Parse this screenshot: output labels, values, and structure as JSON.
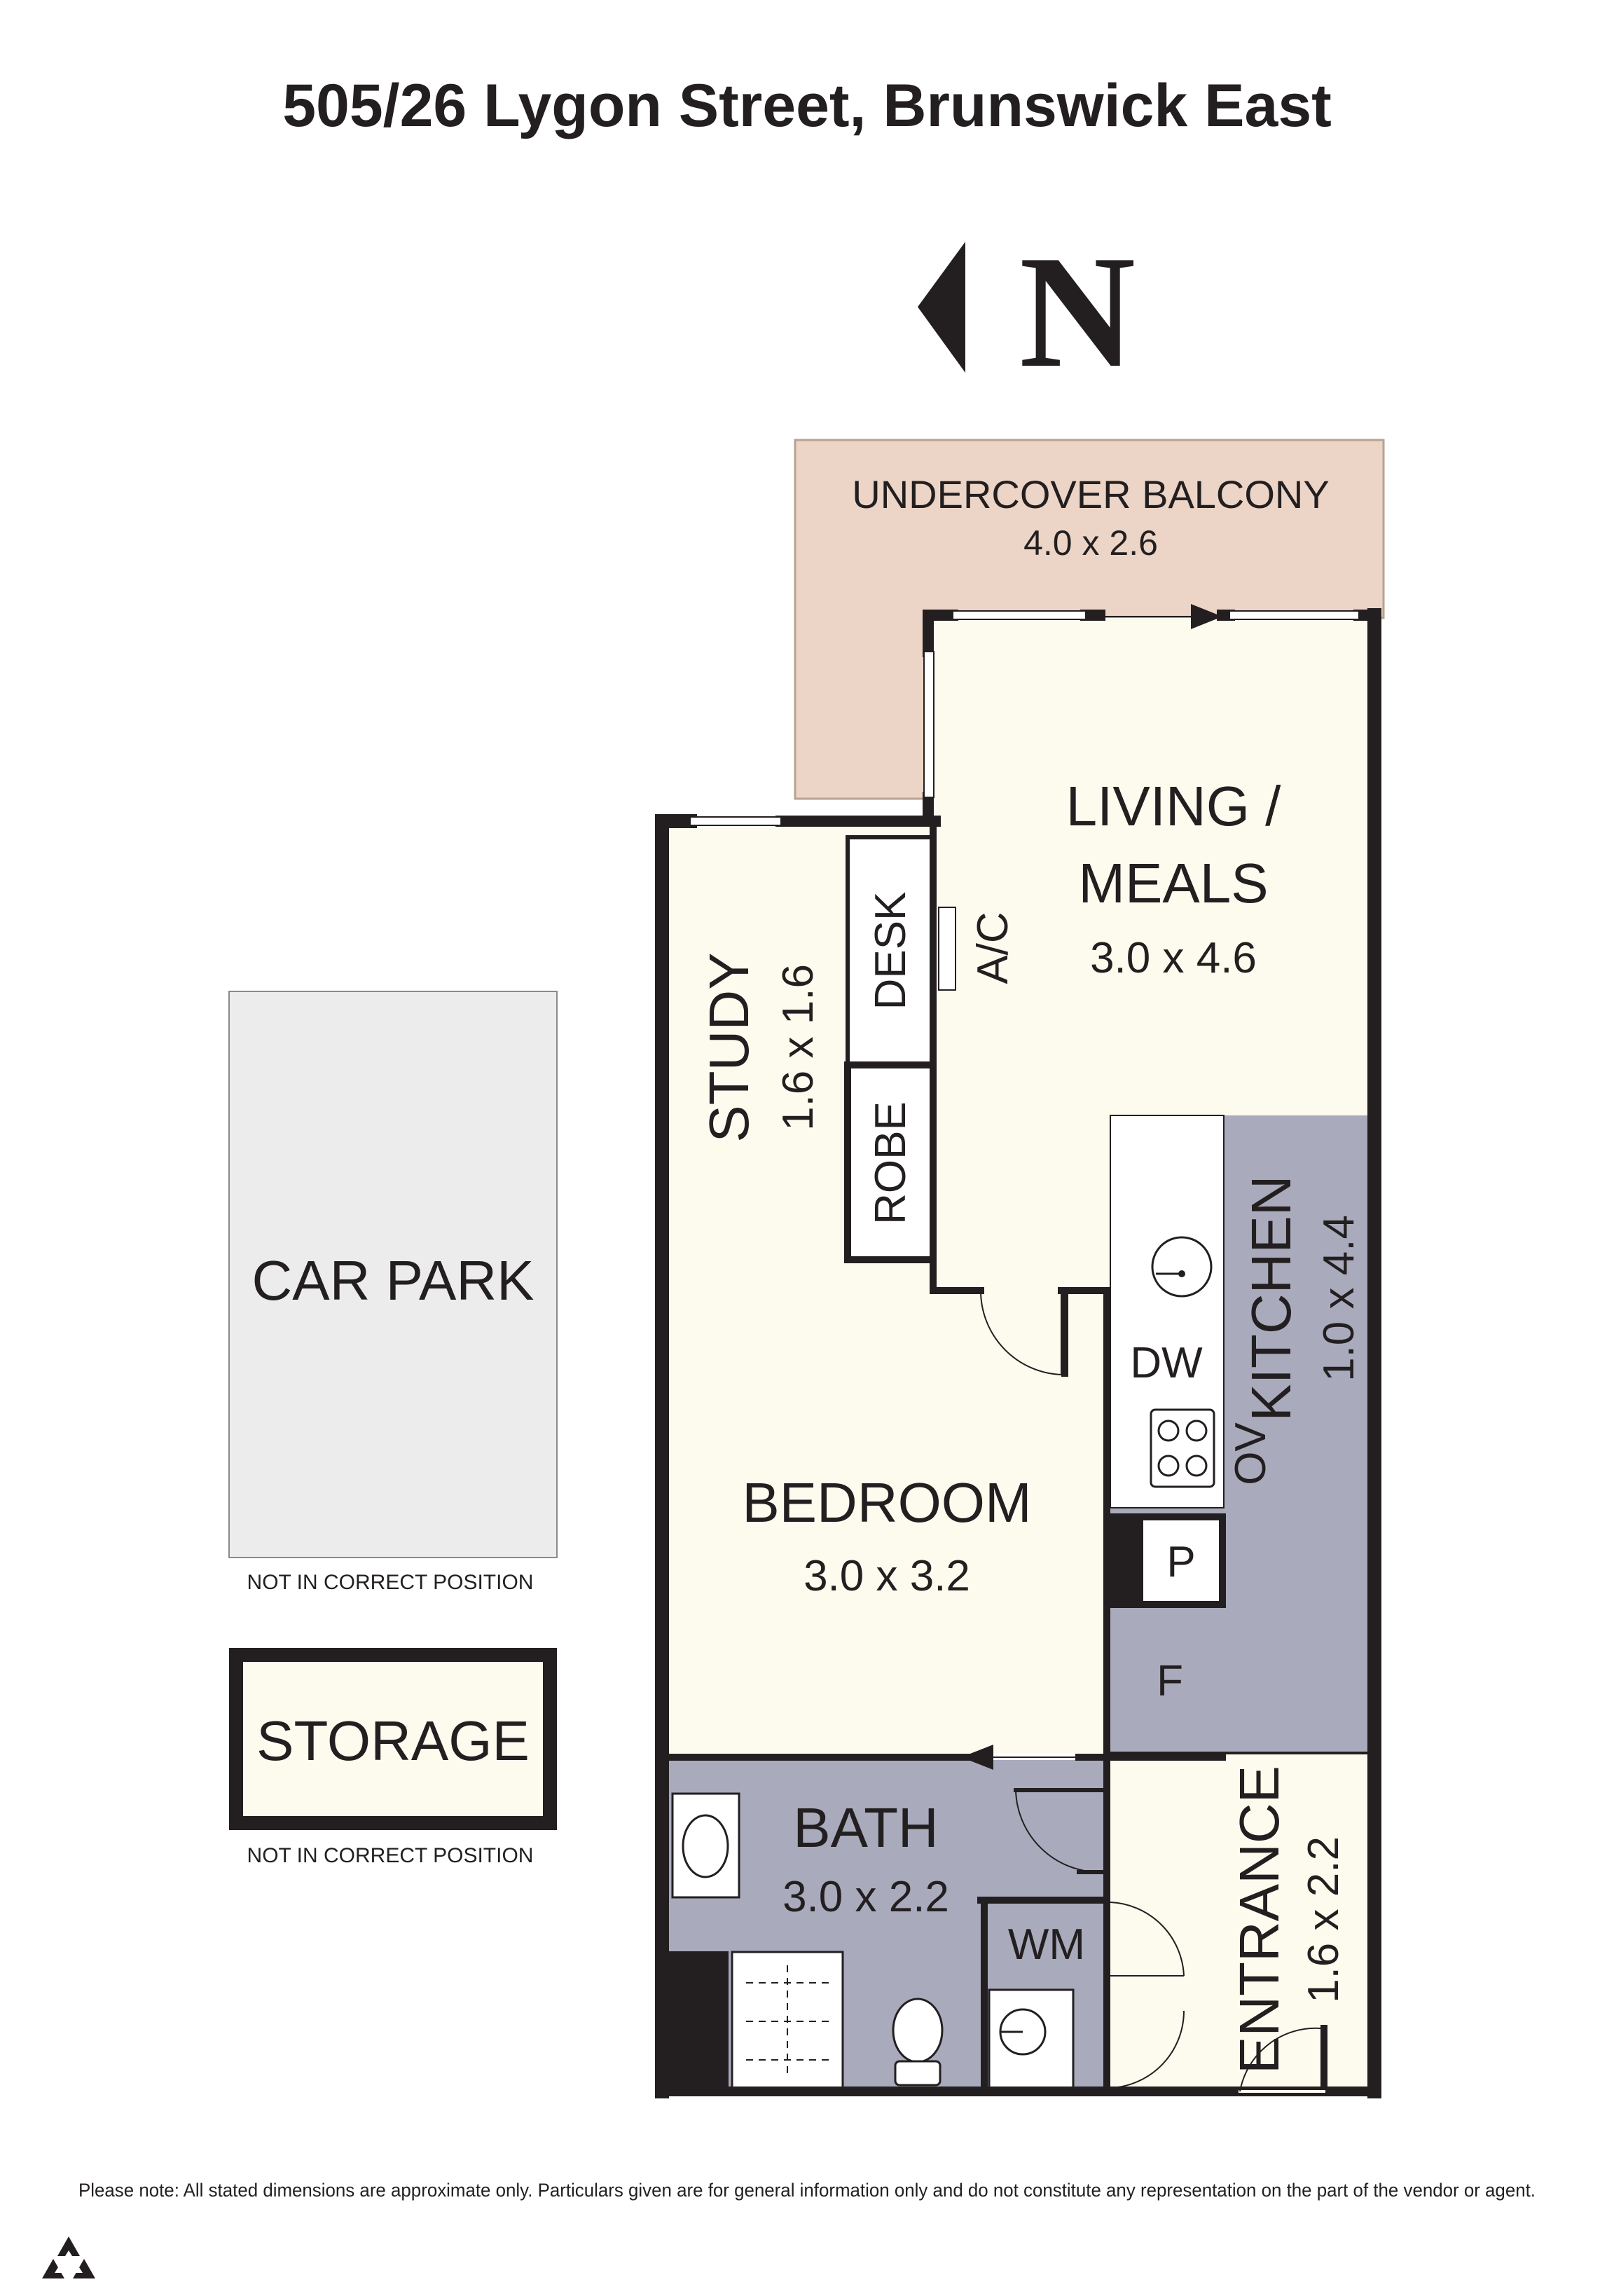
{
  "title": "505/26 Lygon Street, Brunswick East",
  "compass": {
    "label": "N"
  },
  "colors": {
    "balcony": "#ecd5c7",
    "interior": "#fdfaee",
    "wet_area": "#a9abbd",
    "carpark": "#ececec",
    "wall": "#231f20"
  },
  "rooms": {
    "balcony": {
      "name": "UNDERCOVER BALCONY",
      "dims": "4.0 x 2.6"
    },
    "living": {
      "name_line1": "LIVING /",
      "name_line2": "MEALS",
      "dims": "3.0 x 4.6"
    },
    "study": {
      "name": "STUDY",
      "dims": "1.6 x 1.6"
    },
    "kitchen": {
      "name": "KITCHEN",
      "dims": "1.0 x 4.4"
    },
    "bedroom": {
      "name": "BEDROOM",
      "dims": "3.0 x 3.2"
    },
    "bath": {
      "name": "BATH",
      "dims": "3.0 x 2.2"
    },
    "entrance": {
      "name": "ENTRANCE",
      "dims": "1.6 x 2.2"
    }
  },
  "fixtures": {
    "desk": "DESK",
    "ac": "A/C",
    "robe": "ROBE",
    "dishwasher": "DW",
    "oven": "OV",
    "pantry": "P",
    "fridge": "F",
    "washing_machine": "WM"
  },
  "carpark": {
    "label": "CAR PARK",
    "note": "NOT IN CORRECT POSITION"
  },
  "storage": {
    "label": "STORAGE",
    "note": "NOT IN CORRECT POSITION"
  },
  "disclaimer": "Please note: All stated dimensions are approximate only. Particulars given are for general information only and do not constitute any representation on the part of the vendor or agent."
}
